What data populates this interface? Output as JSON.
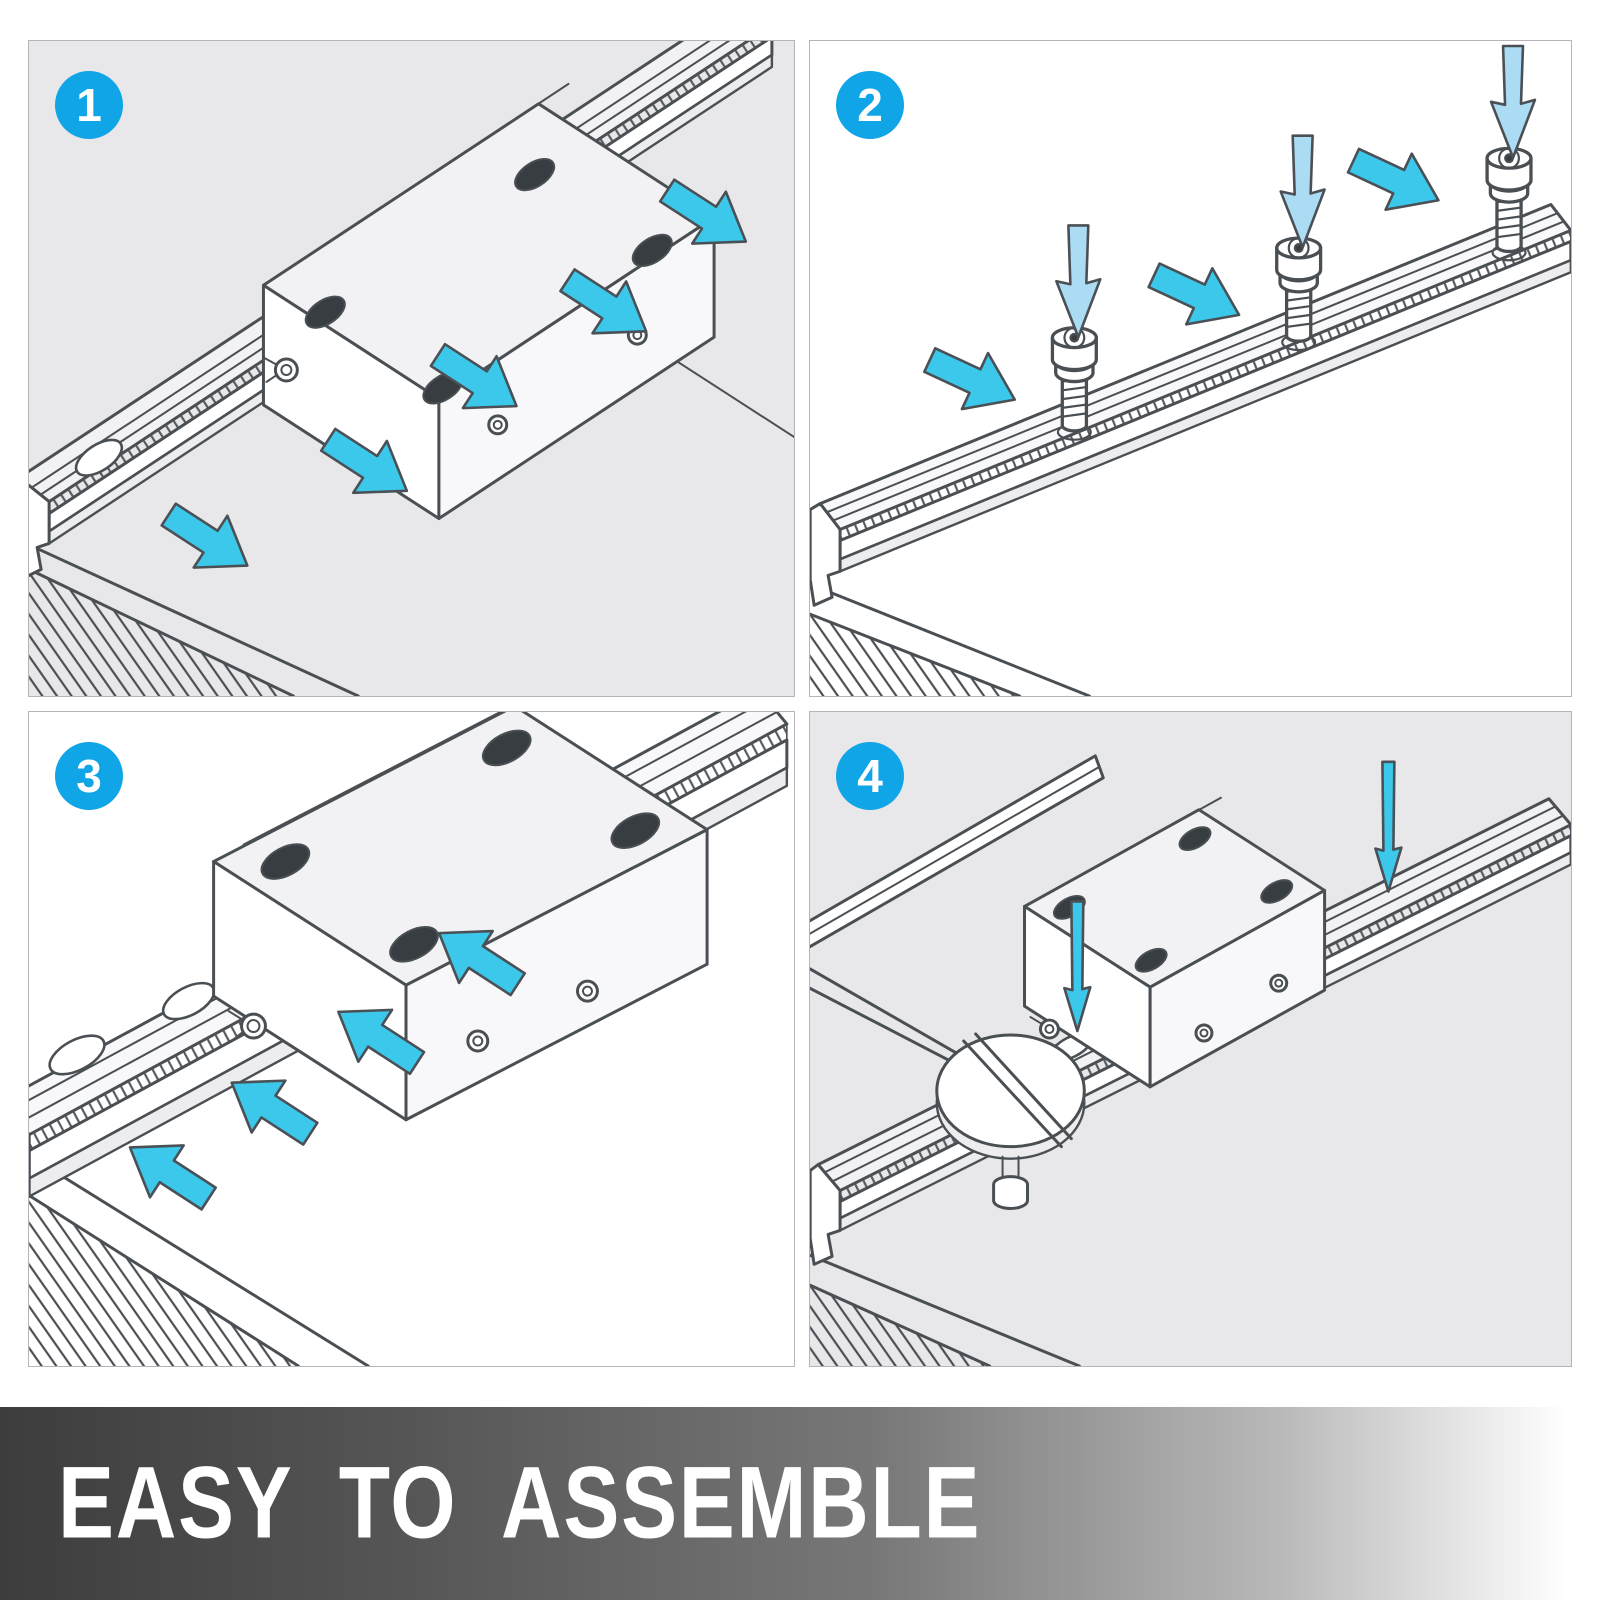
{
  "banner": {
    "text": "EASY TO ASSEMBLE"
  },
  "steps": [
    {
      "number": "1"
    },
    {
      "number": "2"
    },
    {
      "number": "3"
    },
    {
      "number": "4"
    }
  ],
  "colors": {
    "badge_blue": "#0fa5e6",
    "arrow_cyan": "#3cc8ea",
    "arrow_pale_blue": "#abdcf4",
    "panel_gray": "#e8e8ea",
    "panel_white": "#ffffff",
    "line_art": "#4a4f54",
    "banner_gradient_start": "#3d3d3d",
    "banner_gradient_end": "#ffffff",
    "banner_text_color": "#ffffff"
  }
}
